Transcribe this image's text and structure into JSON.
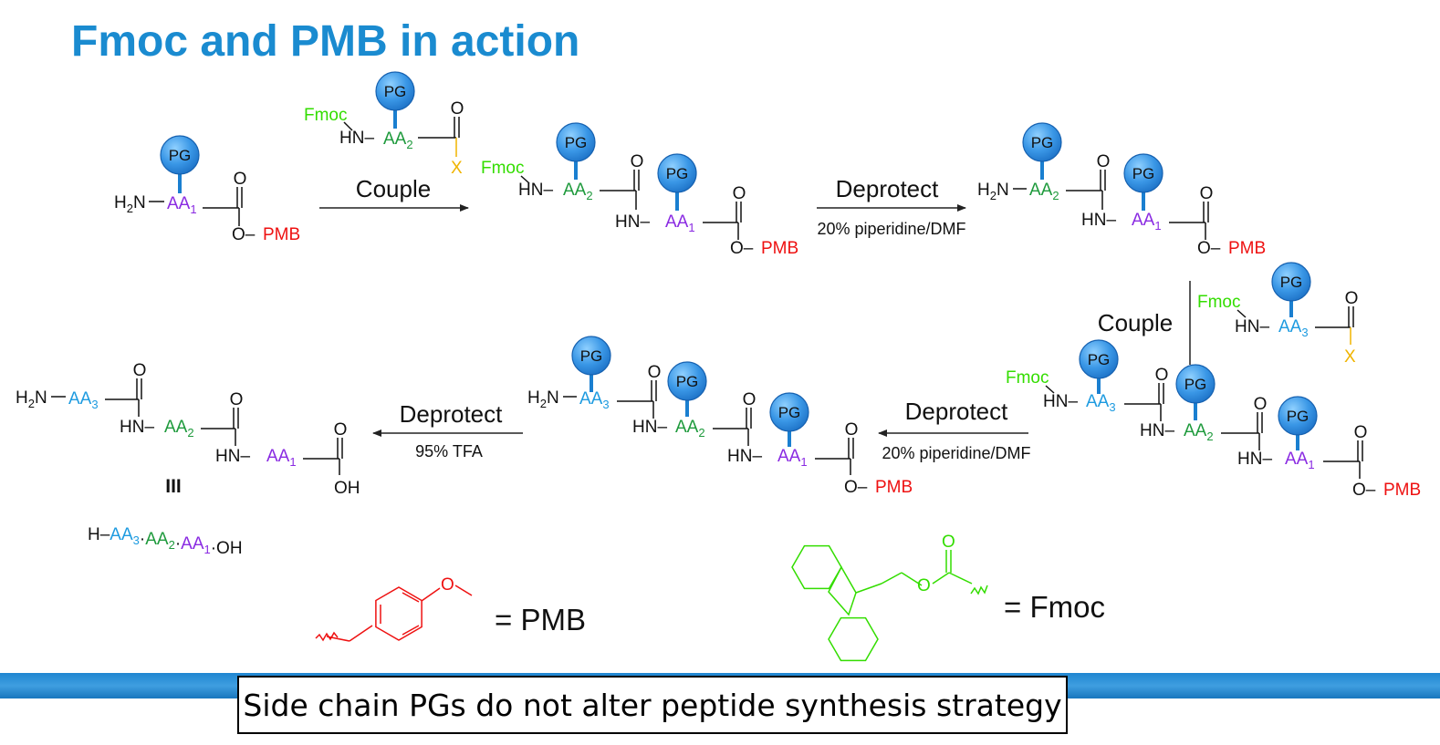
{
  "slide": {
    "title": "Fmoc and PMB in action",
    "caption": "Side chain PGs do not alter peptide synthesis strategy"
  },
  "labels": {
    "pg": "PG",
    "fmoc": "Fmoc",
    "hn": "HN",
    "h2n": "H2N",
    "h": "H",
    "aa": "AA",
    "o": "O",
    "pmb": "PMB",
    "oh": "OH",
    "x": "X",
    "compound_number": "III",
    "equals_pmb": "= PMB",
    "equals_fmoc": "= Fmoc"
  },
  "steps": {
    "couple_1": {
      "label": "Couple"
    },
    "deprotect_1": {
      "label": "Deprotect",
      "conditions": "20% piperidine/DMF"
    },
    "couple_2": {
      "label": "Couple"
    },
    "deprotect_2": {
      "label": "Deprotect",
      "conditions": "20% piperidine/DMF"
    },
    "deprotect_3": {
      "label": "Deprotect",
      "conditions": "95% TFA"
    }
  },
  "colors": {
    "title": "#1a8bd0",
    "pg_bubble": "#2f8ee0",
    "aa1": "#8a2be2",
    "aa2": "#1e9a3c",
    "aa3": "#1e9be0",
    "fmoc": "#33dd00",
    "pmb": "#ee1111",
    "leaving_group": "#f0b400",
    "footer_stripe": "#1f86d1"
  }
}
